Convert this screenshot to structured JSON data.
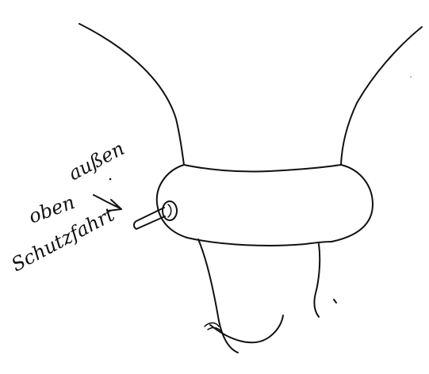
{
  "drawing": {
    "ink_color": "#111111",
    "background_color": "#ffffff",
    "handwritten_annotation": {
      "line_1": "außen",
      "line_2": "oben",
      "line_3": "Schutzfahrt"
    }
  }
}
